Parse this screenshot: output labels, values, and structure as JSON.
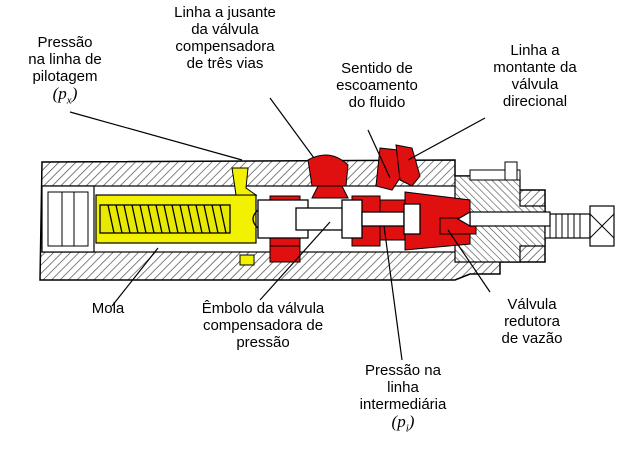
{
  "labels": {
    "pilot_pressure": {
      "lines": [
        "Pressão",
        "na linha de",
        "pilotagem"
      ],
      "symbol": "p",
      "subscript": "x"
    },
    "downstream_line": {
      "lines": [
        "Linha a jusante",
        "da válvula",
        "compensadora",
        "de três vias"
      ]
    },
    "flow_direction": {
      "lines": [
        "Sentido de",
        "escoamento",
        "do fluido"
      ]
    },
    "upstream_line": {
      "lines": [
        "Linha a",
        "montante da",
        "válvula",
        "direcional"
      ]
    },
    "spring": {
      "lines": [
        "Mola"
      ]
    },
    "piston": {
      "lines": [
        "Êmbolo da válvula",
        "compensadora de",
        "pressão"
      ]
    },
    "flow_reducer": {
      "lines": [
        "Válvula",
        "redutora",
        "de vazão"
      ]
    },
    "intermediate_pressure": {
      "lines": [
        "Pressão na",
        "linha",
        "intermediária"
      ],
      "symbol": "p",
      "subscript": "i"
    }
  },
  "colors": {
    "body_hatch": "#4a4a4a",
    "spring_chamber": "#f2f200",
    "fluid": "#e01010",
    "metal": "#ffffff",
    "outline": "#000000"
  }
}
